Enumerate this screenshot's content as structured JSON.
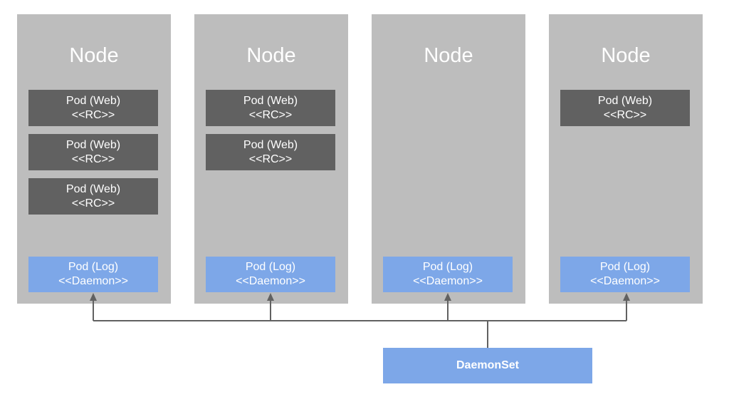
{
  "nodes": [
    {
      "title": "Node",
      "web_pods": [
        {
          "name": "Pod (Web)",
          "controller": "<<RC>>"
        },
        {
          "name": "Pod (Web)",
          "controller": "<<RC>>"
        },
        {
          "name": "Pod (Web)",
          "controller": "<<RC>>"
        }
      ],
      "log_pod": {
        "name": "Pod (Log)",
        "controller": "<<Daemon>>"
      }
    },
    {
      "title": "Node",
      "web_pods": [
        {
          "name": "Pod (Web)",
          "controller": "<<RC>>"
        },
        {
          "name": "Pod (Web)",
          "controller": "<<RC>>"
        }
      ],
      "log_pod": {
        "name": "Pod (Log)",
        "controller": "<<Daemon>>"
      }
    },
    {
      "title": "Node",
      "web_pods": [],
      "log_pod": {
        "name": "Pod (Log)",
        "controller": "<<Daemon>>"
      }
    },
    {
      "title": "Node",
      "web_pods": [
        {
          "name": "Pod (Web)",
          "controller": "<<RC>>"
        }
      ],
      "log_pod": {
        "name": "Pod (Log)",
        "controller": "<<Daemon>>"
      }
    }
  ],
  "daemonset": {
    "label": "DaemonSet"
  },
  "colors": {
    "node_background": "#bdbdbd",
    "web_pod": "#616161",
    "log_pod": "#7da7e8",
    "daemonset": "#7da7e8",
    "connector": "#616161",
    "text": "#ffffff"
  }
}
